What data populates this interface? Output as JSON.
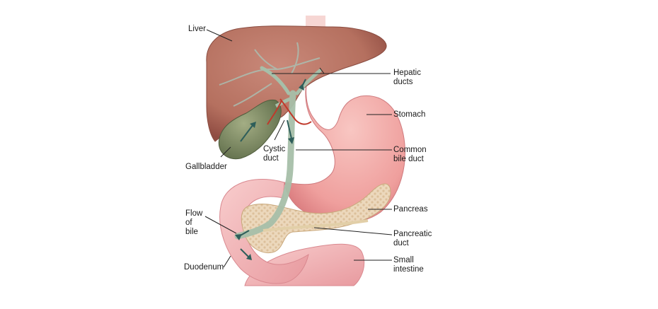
{
  "labels": {
    "liver": "Liver",
    "hepatic_ducts": "Hepatic\nducts",
    "stomach": "Stomach",
    "common_bile_duct": "Common\nbile duct",
    "cystic_duct": "Cystic\nduct",
    "gallbladder": "Gallbladder",
    "pancreas": "Pancreas",
    "pancreatic_duct": "Pancreatic\nduct",
    "flow_of_bile": "Flow\nof\nbile",
    "duodenum": "Duodenum",
    "small_intestine": "Small\nintestine"
  },
  "colors": {
    "liver": "#b87566",
    "gallbladder": "#7f8e66",
    "bile_duct": "#a6bfa9",
    "stomach": "#f0a5a5",
    "intestine": "#f3b9b9",
    "pancreas": "#ead5b8",
    "vessel": "#c0392b",
    "arrow": "#2e5e5a",
    "leader_line": "#222222"
  }
}
